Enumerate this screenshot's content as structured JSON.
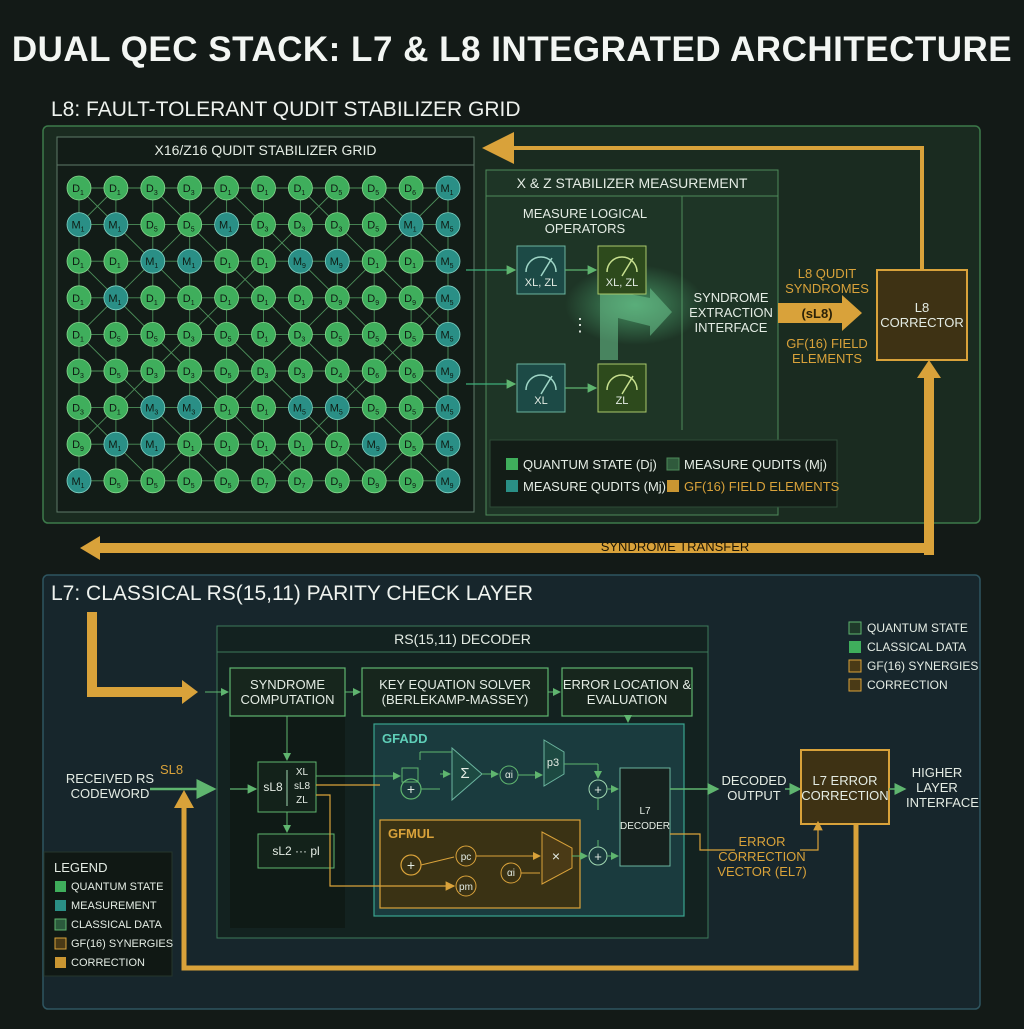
{
  "title": "DUAL QEC STACK: L7 & L8 INTEGRATED ARCHITECTURE",
  "l8": {
    "section_title": "L8: FAULT-TOLERANT QUDIT STABILIZER GRID",
    "grid_title": "X16/Z16 QUDIT STABILIZER GRID",
    "grid_rows": [
      [
        "D1",
        "D1",
        "D3",
        "D3",
        "D1",
        "D1",
        "D1",
        "D5",
        "D5",
        "D6",
        "M1"
      ],
      [
        "M1",
        "M1",
        "D5",
        "D5",
        "M1",
        "D3",
        "D3",
        "D3",
        "D5",
        "M1",
        "M5"
      ],
      [
        "D1",
        "D1",
        "M1",
        "M1",
        "D1",
        "D1",
        "M9",
        "M9",
        "D1",
        "D1",
        "M5"
      ],
      [
        "D1",
        "M1",
        "D1",
        "D1",
        "D1",
        "D1",
        "D1",
        "D9",
        "D9",
        "D9",
        "M5"
      ],
      [
        "D1",
        "D5",
        "D5",
        "D3",
        "D5",
        "D1",
        "D3",
        "D5",
        "D5",
        "D5",
        "M5"
      ],
      [
        "D3",
        "D5",
        "D3",
        "D3",
        "D5",
        "D3",
        "D3",
        "D4",
        "D6",
        "D6",
        "M9"
      ],
      [
        "D3",
        "D1",
        "M3",
        "M3",
        "D1",
        "D1",
        "M5",
        "M5",
        "D5",
        "D5",
        "M5"
      ],
      [
        "D9",
        "M1",
        "M1",
        "D1",
        "D1",
        "D1",
        "D1",
        "D7",
        "M9",
        "D5",
        "M5"
      ],
      [
        "M1",
        "D5",
        "D5",
        "D5",
        "D5",
        "D7",
        "D7",
        "D9",
        "D9",
        "D9",
        "M9"
      ]
    ],
    "measurement_title": "X & Z STABILIZER MEASUREMENT",
    "measure_logical": "MEASURE LOGICAL OPERATORS",
    "meters": [
      "XL, ZL",
      "XL, ZL",
      "XL",
      "ZL"
    ],
    "ellipsis": "⋮",
    "syndrome_interface": "SYNDROME EXTRACTION INTERFACE",
    "qudit_syndromes": "L8 QUDIT SYNDROMES",
    "s_l8": "(sL8)",
    "gf_field": "GF(16) FIELD ELEMENTS",
    "corrector": "L8 CORRECTOR",
    "legend": [
      {
        "label": "QUANTUM STATE (Dj)",
        "color": "#3fae5c"
      },
      {
        "label": "MEASURE QUDITS (Mj)",
        "color": "#2a8f86"
      },
      {
        "label": "MEASURE QUDITS (Mj)",
        "color": "#2f5a3c"
      },
      {
        "label": "GF(16) FIELD ELEMENTS",
        "color": "#c99632"
      }
    ],
    "syndrome_transfer": "SYNDROME TRANSFER"
  },
  "l7": {
    "section_title": "L7: CLASSICAL RS(15,11) PARITY CHECK LAYER",
    "decoder_title": "RS(15,11) DECODER",
    "syndrome_computation": "SYNDROME COMPUTATION",
    "key_equation": "KEY EQUATION SOLVER (BERLEKAMP-MASSEY)",
    "error_location": "ERROR LOCATION & EVALUATION",
    "gfadd": "GFADD",
    "gfmul": "GFMUL",
    "received": "RECEIVED RS CODEWORD",
    "s_l8": "SL8",
    "syn_box_top": "sL8",
    "syn_box_lines": [
      "XL",
      "sL8",
      "ZL"
    ],
    "syn_box_bottom": "sL2 ··· pl",
    "l7_decoder": "L7 DECODER",
    "decoded_output": "DECODED OUTPUT",
    "l7_error_correction": "L7 ERROR CORRECTION",
    "higher_layer": "HIGHER LAYER INTERFACE",
    "error_vector": "ERROR CORRECTION VECTOR (EL7)",
    "sym_plus": "+",
    "sym_sigma": "Σ",
    "sym_times": "×",
    "sym_alpha": "αi",
    "sym_p3": "p3",
    "sym_pc": "pc",
    "sym_pm": "pm",
    "legend_right": [
      {
        "label": "QUANTUM STATE",
        "color": "#1f3a2a"
      },
      {
        "label": "CLASSICAL DATA",
        "color": "#3fae5c"
      },
      {
        "label": "GF(16) SYNERGIES",
        "color": "#4a3a16"
      },
      {
        "label": "CORRECTION",
        "color": "#4a3a16"
      }
    ],
    "legend_title": "LEGEND",
    "legend_left": [
      {
        "label": "QUANTUM STATE",
        "color": "#3fae5c"
      },
      {
        "label": "MEASUREMENT",
        "color": "#2a8f86"
      },
      {
        "label": "CLASSICAL DATA",
        "color": "#2b5a3c"
      },
      {
        "label": "GF(16) SYNERGIES",
        "color": "#4a3a16"
      },
      {
        "label": "CORRECTION",
        "color": "#c99632"
      }
    ]
  },
  "colors": {
    "gold": "#d9a23a",
    "green": "#3fae5c",
    "teal": "#2a8f86",
    "panel": "#1b2a21",
    "line": "#4e9a5f"
  }
}
